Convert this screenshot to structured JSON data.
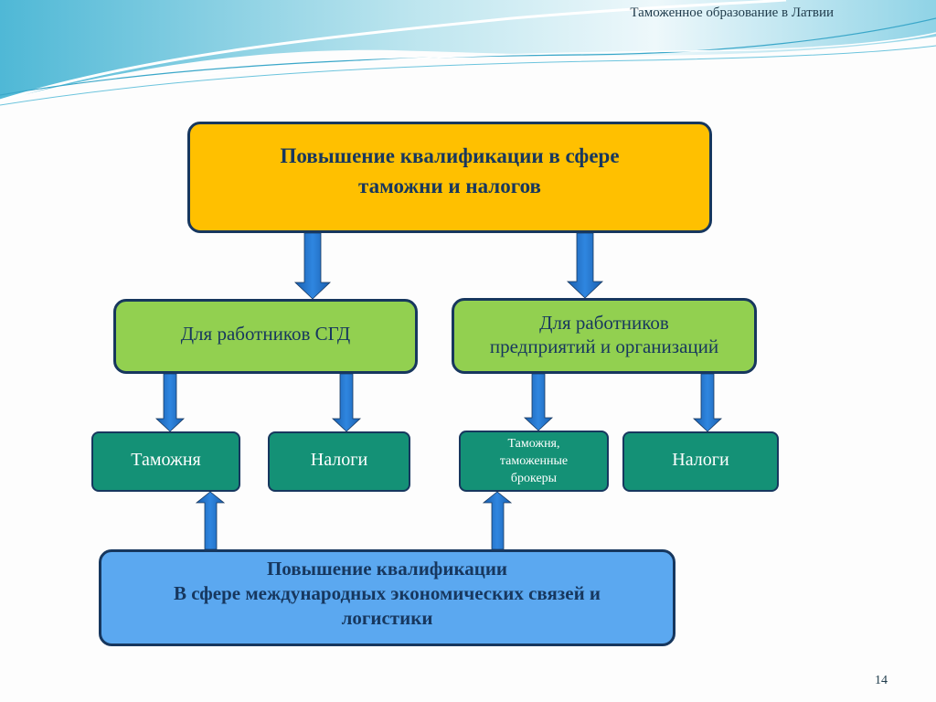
{
  "header": {
    "title": "Таможенное образование в Латвии"
  },
  "main_box": {
    "line1": "Повышение квалификации в сфере",
    "line2": "таможни и налогов"
  },
  "sgd_box": {
    "label": "Для работников СГД"
  },
  "enterprises_box": {
    "line1": "Для работников",
    "line2": "предприятий и организаций"
  },
  "categories": {
    "customs": "Таможня",
    "taxes_left": "Налоги",
    "customs_brokers_line1": "Таможня,",
    "customs_brokers_line2": "таможенные",
    "customs_brokers_line3": "брокеры",
    "taxes_right": "Налоги"
  },
  "bottom_box": {
    "line1": "Повышение квалификации",
    "line2": "В сфере международных экономических связей и",
    "line3": "логистики"
  },
  "footer": {
    "page_number": "14"
  },
  "colors": {
    "orange": "#ffc000",
    "green": "#92d050",
    "teal": "#149176",
    "blue": "#5ba8f0",
    "arrow": "#1f6fc8",
    "border": "#17375e"
  }
}
